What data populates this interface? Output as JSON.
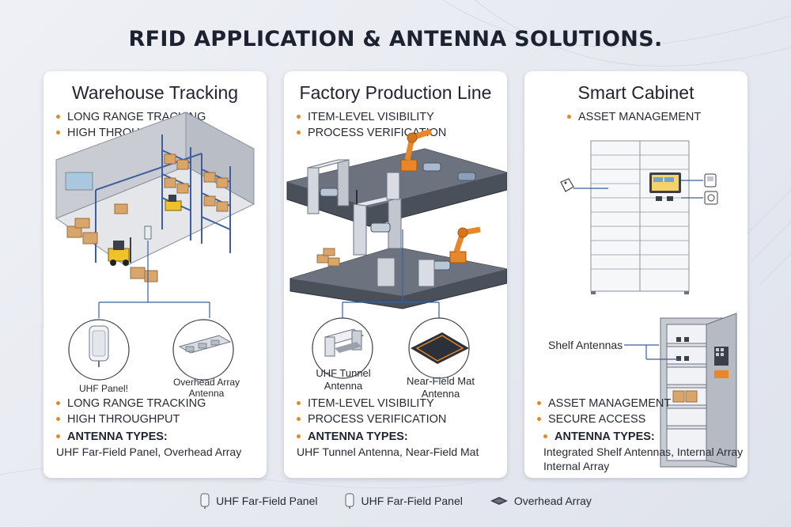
{
  "title": "RFID APPLICATION & ANTENNA SOLUTIONS.",
  "colors": {
    "accent": "#e08a26",
    "card": "#ffffff",
    "background": "#e9ecf2",
    "text": "#1f2430"
  },
  "cards": [
    {
      "title": "Warehouse Tracking",
      "top_bullets": [
        "LONG RANGE TRACKING",
        "HIGH THROUGHPUT"
      ],
      "antennas": [
        {
          "label": "UHF Panel!",
          "icon": "uhf-panel-antenna-icon"
        },
        {
          "label": "Overhead Array\nAntenna",
          "icon": "overhead-array-antenna-icon"
        }
      ],
      "bullets": [
        "LONG RANGE TRACKING",
        "HIGH THROUGHPUT"
      ],
      "types_heading": "ANTENNA TYPES:",
      "types_value": "UHF Far-Field Panel, Overhead Array"
    },
    {
      "title": "Factory Production Line",
      "top_bullets": [
        "ITEM-LEVEL VISIBILITY",
        "PROCESS VERIFICATION"
      ],
      "antennas": [
        {
          "label": "UHF Tunnel\nAntenna",
          "icon": "uhf-tunnel-antenna-icon"
        },
        {
          "label": "Near-Field Mat\nAntenna",
          "icon": "near-field-mat-antenna-icon"
        }
      ],
      "bullets": [
        "ITEM-LEVEL VISIBILITY",
        "PROCESS VERIFICATION"
      ],
      "types_heading": "ANTENNA TYPES:",
      "types_value": "UHF Tunnel Antenna, Near-Field Mat"
    },
    {
      "title": "Smart Cabinet",
      "top_bullets": [
        "ASSET MANAGEMENT"
      ],
      "shelf_label": "Shelf Antennas",
      "bullets": [
        "ASSET MANAGEMENT",
        "SECURE ACCESS"
      ],
      "types_heading": "ANTENNA TYPES:",
      "types_value": "Integrated Shelf Antennas, Internal Array\nInternal Array"
    }
  ],
  "legend": [
    {
      "label": "UHF Far-Field Panel",
      "icon": "uhf-panel-antenna-icon"
    },
    {
      "label": "UHF Far-Field Panel",
      "icon": "uhf-panel-antenna-icon"
    },
    {
      "label": "Overhead Array",
      "icon": "overhead-array-antenna-icon"
    }
  ]
}
